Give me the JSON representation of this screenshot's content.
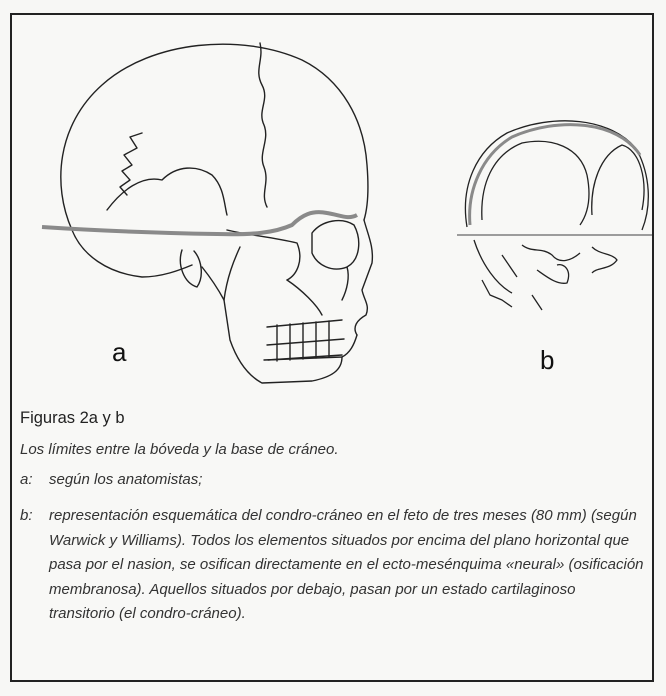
{
  "figure": {
    "label_a": "a",
    "label_b": "b"
  },
  "caption": {
    "title": "Figuras 2a y b",
    "subtitle": "Los límites entre la bóveda y la base de cráneo.",
    "items": [
      {
        "label": "a:",
        "text": "según los anatomistas;"
      },
      {
        "label": "b:",
        "text": "representación esquemática del condro-cráneo en el feto de tres meses (80 mm) (según Warwick y Williams). Todos los elementos situados por encima del plano horizontal que pasa por el nasion, se osifican directamente en el ecto-mesénquima «neural» (osificación membranosa). Aquellos situados por debajo, pasan por un estado cartilaginoso transitorio (el condro-cráneo)."
      }
    ]
  }
}
